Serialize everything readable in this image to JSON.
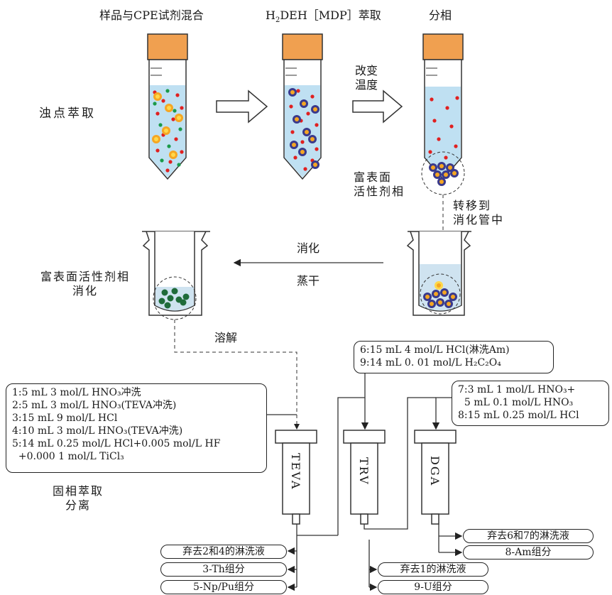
{
  "steps": {
    "mix": "样品与CPE试剂混合",
    "extract_prefix": "H",
    "extract_sub": "2",
    "extract_rest": "DEH［MDP］萃取",
    "phase": "分相"
  },
  "labels": {
    "cloud_point": "浊点萃取",
    "change_temp_1": "改变",
    "change_temp_2": "温度",
    "rich_phase_1": "富表面",
    "rich_phase_2": "活性剂相",
    "transfer_1": "转移到",
    "transfer_2": "消化管中",
    "digest": "消化",
    "evaporate": "蒸干",
    "rich_digest_1": "富表面活性剂相",
    "rich_digest_2": "消化",
    "dissolve": "溶解",
    "spe_1": "固相萃取",
    "spe_2": "分离"
  },
  "left_box": [
    "1:5 mL 3 mol/L HNO₃冲洗",
    "2:5 mL 3 mol/L HNO₃(TEVA冲洗)",
    "3:15 mL 9 mol/L HCl",
    "4:10 mL 3 mol/L HNO₃(TEVA冲洗)",
    "5:14 mL 0.25 mol/L HCl+0.005 mol/L HF",
    "  +0.000 1 mol/L TiCl₃"
  ],
  "middle_box": [
    "6:15 mL 4 mol/L HCl(淋洗Am)",
    "9:14 mL 0. 01 mol/L H₂C₂O₄"
  ],
  "right_box": [
    "7:3 mL 1 mol/L HNO₃+",
    "  5 mL 0.1 mol/L HNO₃",
    "8:15 mL 0.25 mol/L HCl"
  ],
  "columns": [
    "TEVA",
    "TRV",
    "DGA"
  ],
  "outputs": {
    "teva": [
      "弃去2和4的淋洗液",
      "3-Th组分",
      "5-Np/Pu组分"
    ],
    "trv": [
      "弃去1的淋洗液",
      "9-U组分"
    ],
    "dga": [
      "弃去6和7的淋洗液",
      "8-Am组分"
    ]
  },
  "colors": {
    "cap": "#f0a050",
    "liquid": "#bfe0f2",
    "red_dot": "#e02020",
    "green_dot": "#1a9a4a",
    "orange_ring": "#f5a623",
    "navy_ring": "#3a3a8c",
    "digested": "#1f6b3a"
  }
}
